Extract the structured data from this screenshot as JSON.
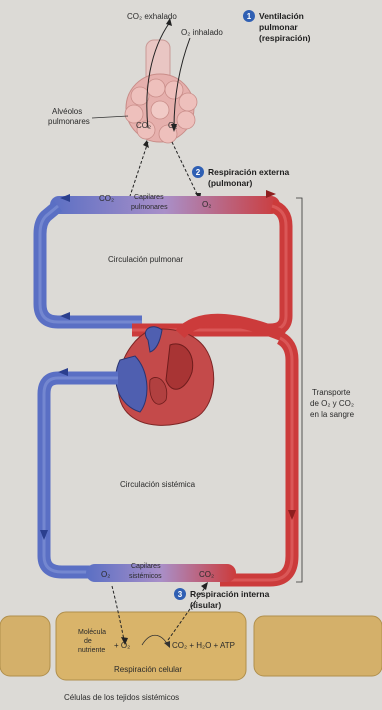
{
  "labels": {
    "co2_exhaled": "CO₂ exhalado",
    "o2_inhaled": "O₂ inhalado",
    "alveoli_line1": "Alvéolos",
    "alveoli_line2": "pulmonares",
    "alv_co2": "CO₂",
    "alv_o2": "O₂",
    "pulm_cap_line1": "Capilares",
    "pulm_cap_line2": "pulmonares",
    "pulm_co2": "CO₂",
    "pulm_o2": "O₂",
    "pulm_circ": "Circulación pulmonar",
    "sys_circ": "Circulación sistémica",
    "sys_cap_line1": "Capilares",
    "sys_cap_line2": "sistémicos",
    "sys_o2": "O₂",
    "sys_co2": "CO₂",
    "transport_line1": "Transporte",
    "transport_line2": "de O₂ y CO₂",
    "transport_line3": "en la sangre",
    "cell_mol_line1": "Molécula",
    "cell_mol_line2": "de",
    "cell_mol_line3": "nutriente",
    "cell_plus": "+ O₂",
    "cell_products": "CO₂ + H₂O + ATP",
    "cell_resp": "Respiración celular",
    "cells_caption": "Células de los tejidos sistémicos"
  },
  "steps": [
    {
      "number": "1",
      "line1": "Ventilación",
      "line2": "pulmonar",
      "line3": "(respiración)"
    },
    {
      "number": "2",
      "line1": "Respiración externa",
      "line2": "(pulmonar)"
    },
    {
      "number": "3",
      "line1": "Respiración interna",
      "line2": "(tisular)"
    }
  ],
  "colors": {
    "oxygenated": "#cc3b3b",
    "deoxygenated": "#5a6fc4",
    "step_badge": "#2f5fb3",
    "alveoli": "#e6b0ad",
    "tissue": "#d9b46a"
  }
}
